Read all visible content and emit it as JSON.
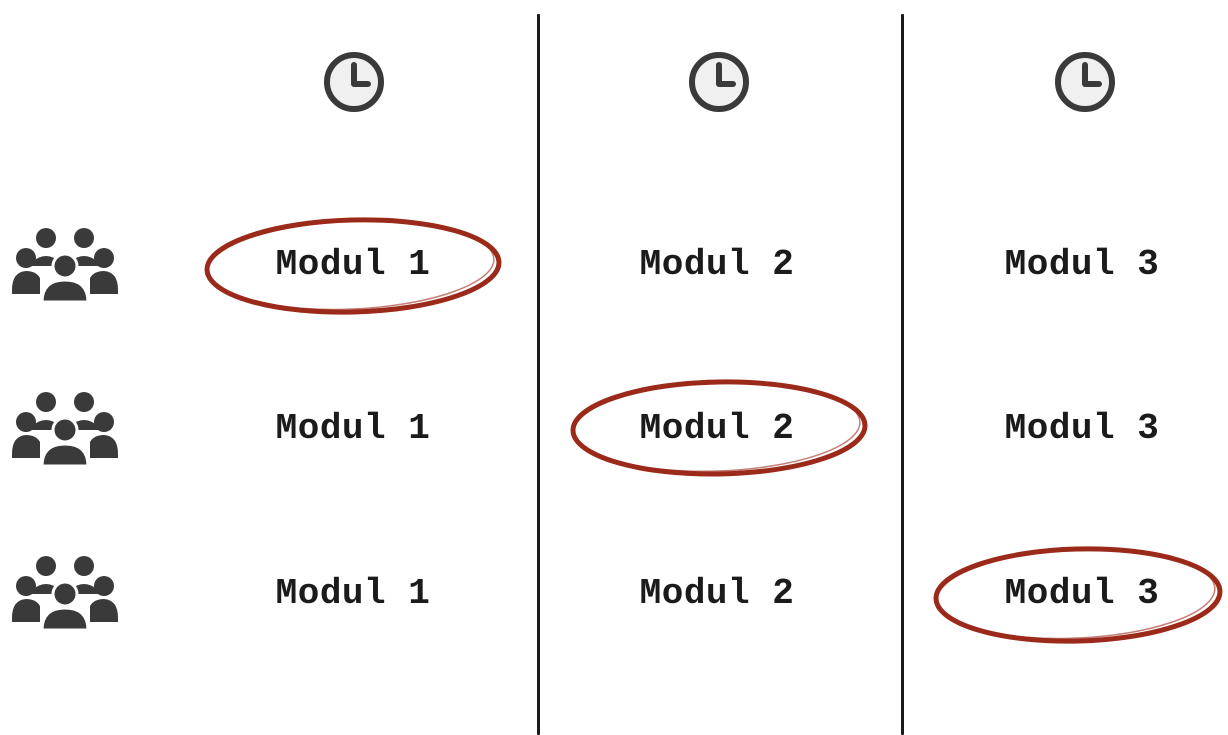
{
  "columns": [
    {
      "icon": "clock-icon"
    },
    {
      "icon": "clock-icon"
    },
    {
      "icon": "clock-icon"
    }
  ],
  "rows": [
    {
      "icon": "group-icon",
      "cells": [
        "Modul 1",
        "Modul 2",
        "Modul 3"
      ],
      "highlighted_col": 1
    },
    {
      "icon": "group-icon",
      "cells": [
        "Modul 1",
        "Modul 2",
        "Modul 3"
      ],
      "highlighted_col": 2
    },
    {
      "icon": "group-icon",
      "cells": [
        "Modul 1",
        "Modul 2",
        "Modul 3"
      ],
      "highlighted_col": 3
    }
  ],
  "colors": {
    "text": "#1b1b1b",
    "icon": "#3a3a3a",
    "clock_face": "#f0f0f0",
    "highlight_ring": "#9b2a1a",
    "divider": "#1a1a1a"
  }
}
